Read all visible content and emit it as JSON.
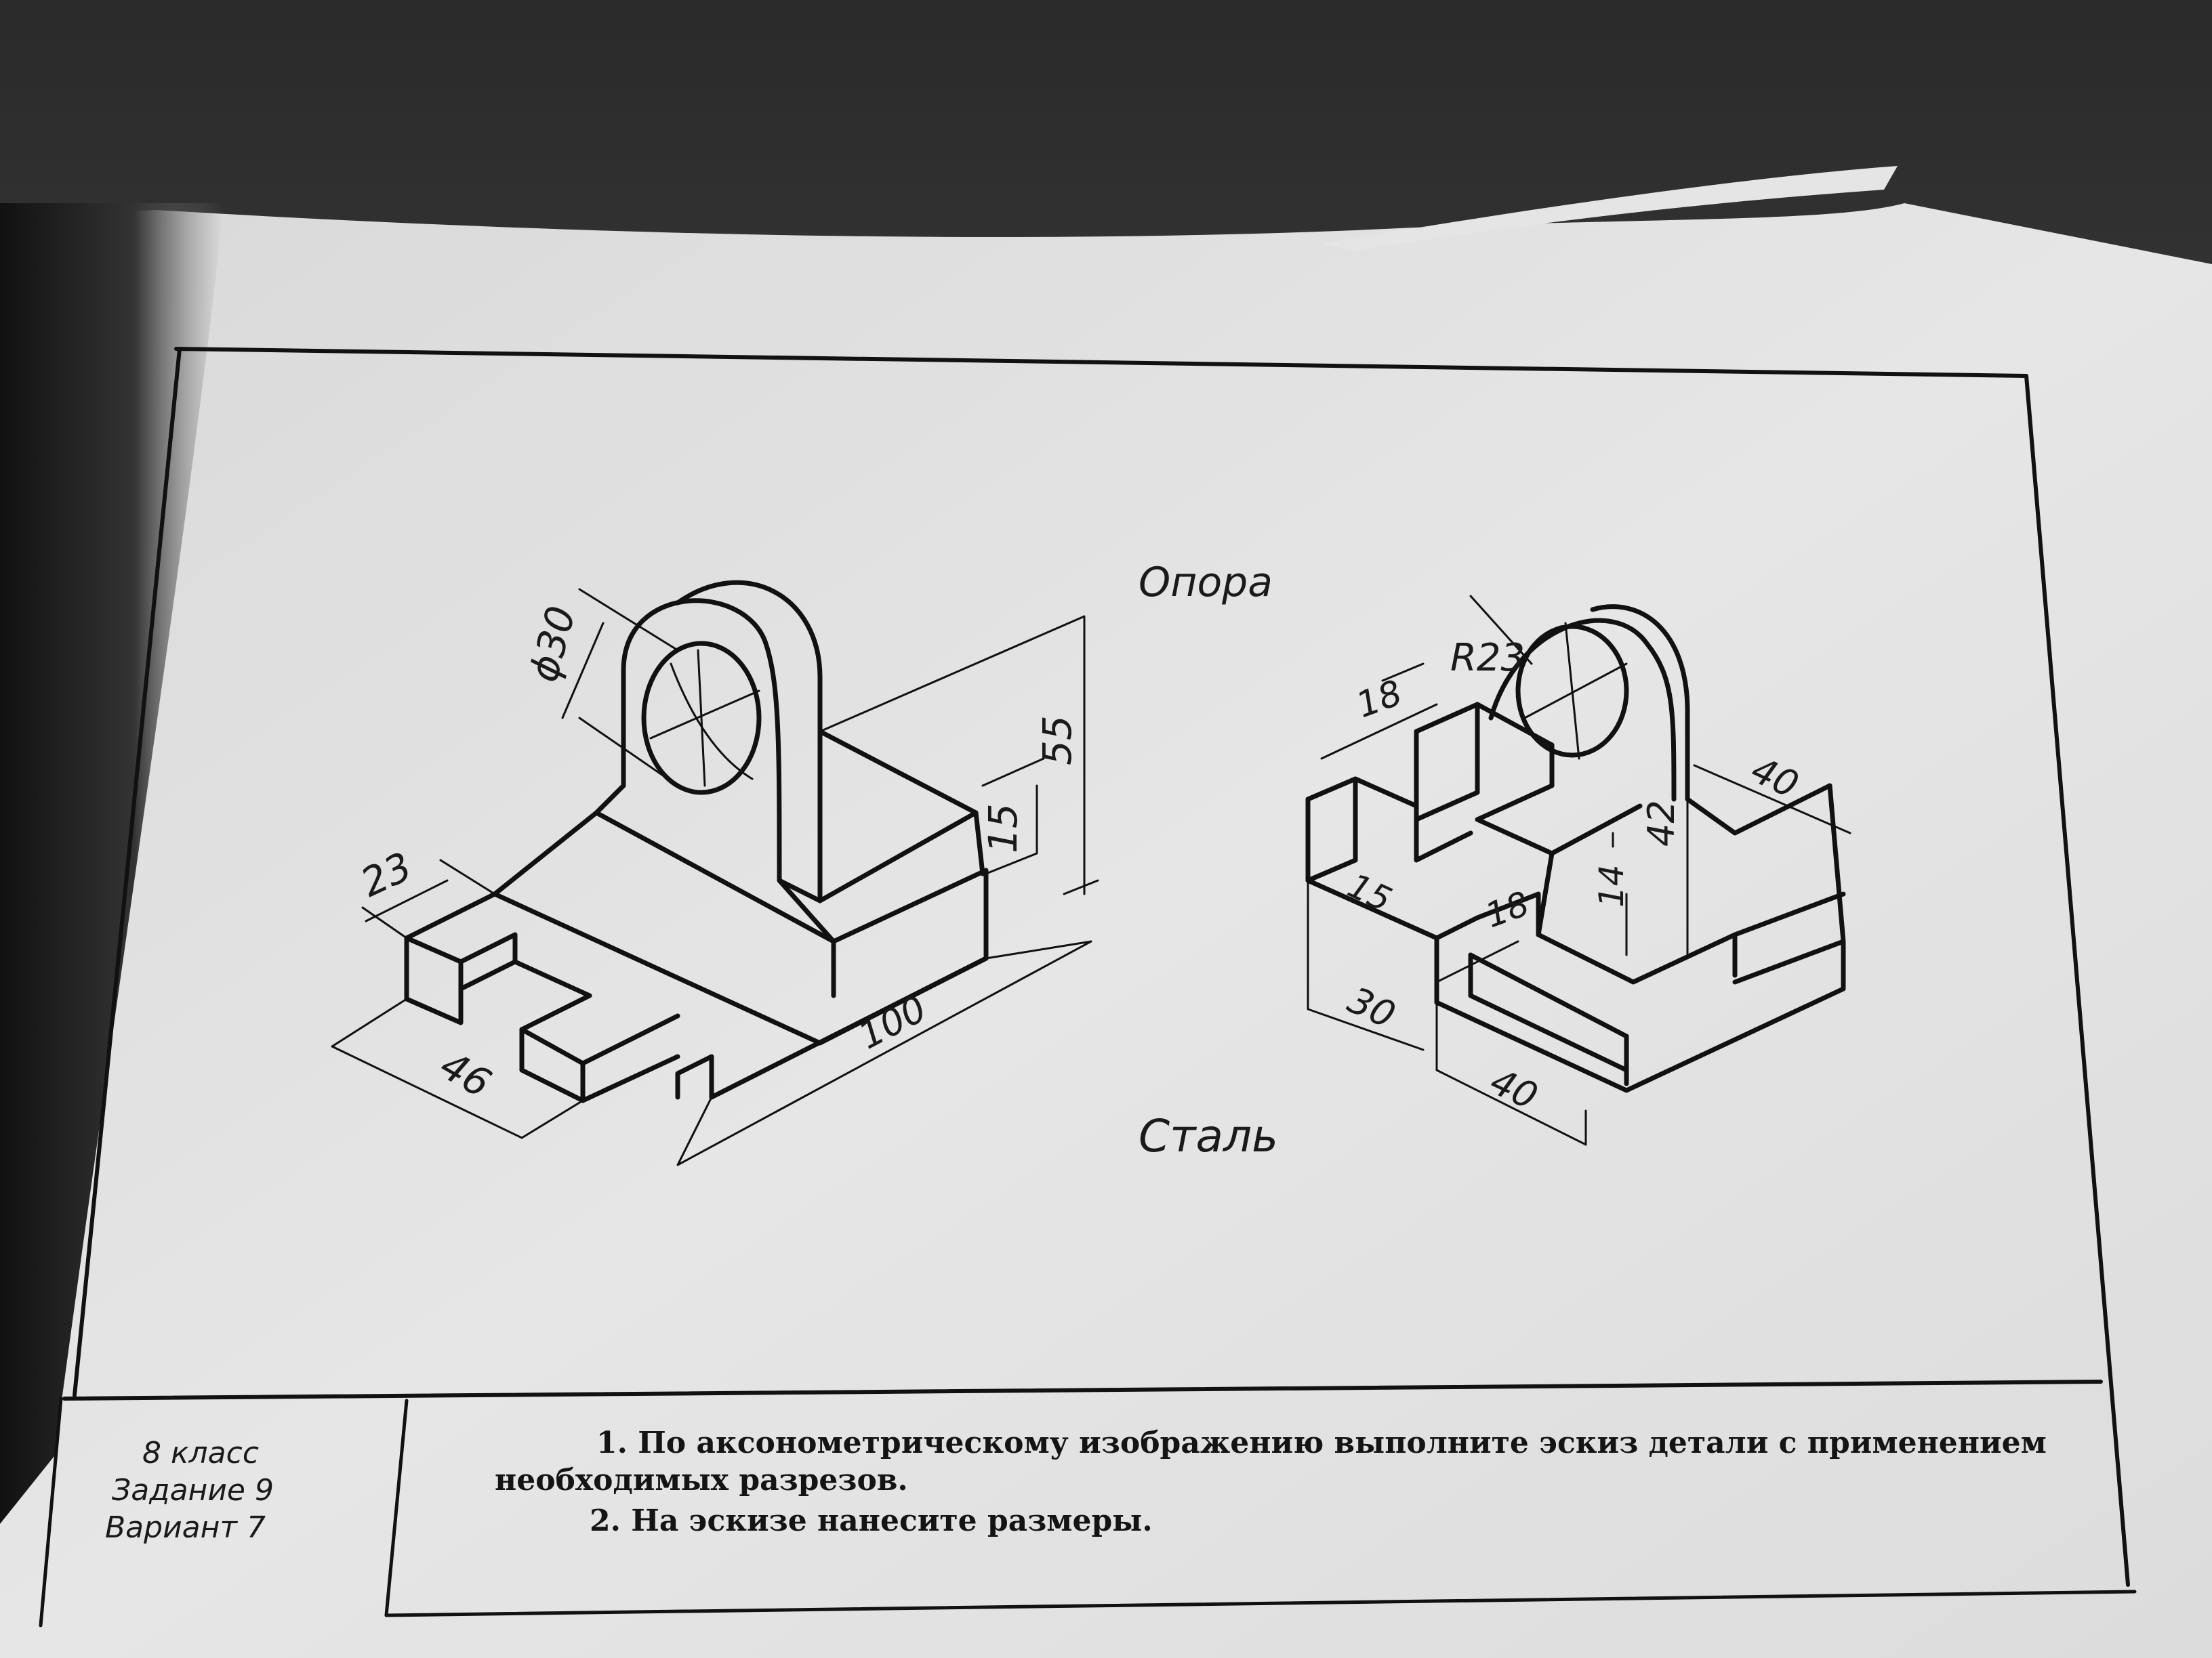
{
  "drawing": {
    "title": "Опора",
    "material": "Сталь",
    "dimensions_left": {
      "diameter": "ϕ30",
      "height_total": "55",
      "height_small": "15",
      "width_slot": "23",
      "depth": "46",
      "length": "100"
    },
    "dimensions_right": {
      "radius": "R23",
      "top_width": "18",
      "side_length": "40",
      "height_right": "42",
      "height_step": "14",
      "groove_width": "18",
      "front_left": "15",
      "bottom_depth": "30",
      "bottom_length": "40"
    }
  },
  "title_block": {
    "grade": "8 класс",
    "task": "Задание 9",
    "variant": "Вариант 7",
    "instruction_1a": "1. По аксонометрическому изображению выполните эскиз детали с применением",
    "instruction_1b": "необходимых разрезов.",
    "instruction_2": "2. На эскизе нанесите размеры."
  }
}
